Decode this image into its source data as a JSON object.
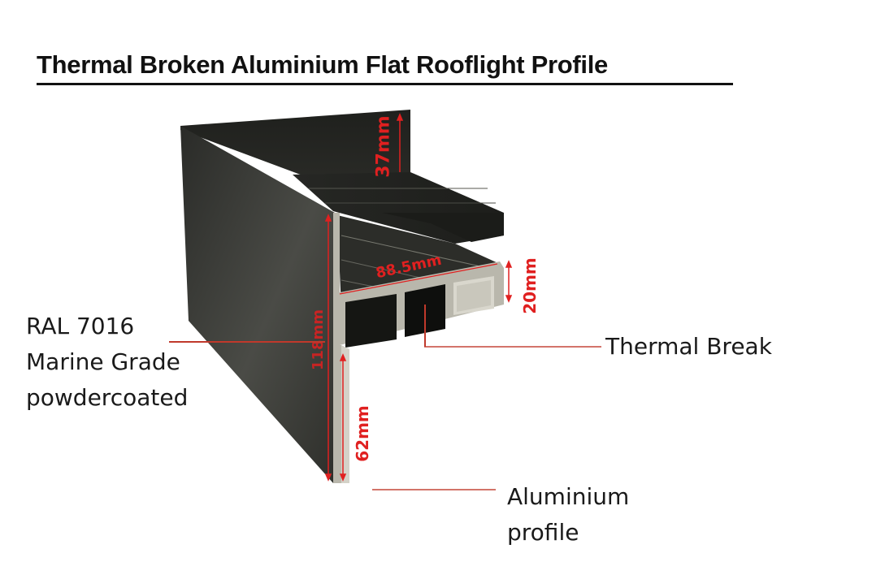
{
  "title": "Thermal Broken Aluminium Flat Rooflight Profile",
  "colors": {
    "profile_dark": "#2b2d2a",
    "profile_edge": "#b9b7ac",
    "dimension_red": "#e02020",
    "leader_red": "#c0392b"
  },
  "callouts": {
    "finish": {
      "line1": "RAL 7016",
      "line2": "Marine Grade",
      "line3": "powdercoated"
    },
    "thermal_break": "Thermal Break",
    "aluminium_profile": {
      "line1": "Aluminium",
      "line2": "profile"
    }
  },
  "dimensions": {
    "upstand": "37mm",
    "width": "88.5mm",
    "glazing_depth": "20mm",
    "total_height": "118mm",
    "leg_height": "62mm"
  }
}
